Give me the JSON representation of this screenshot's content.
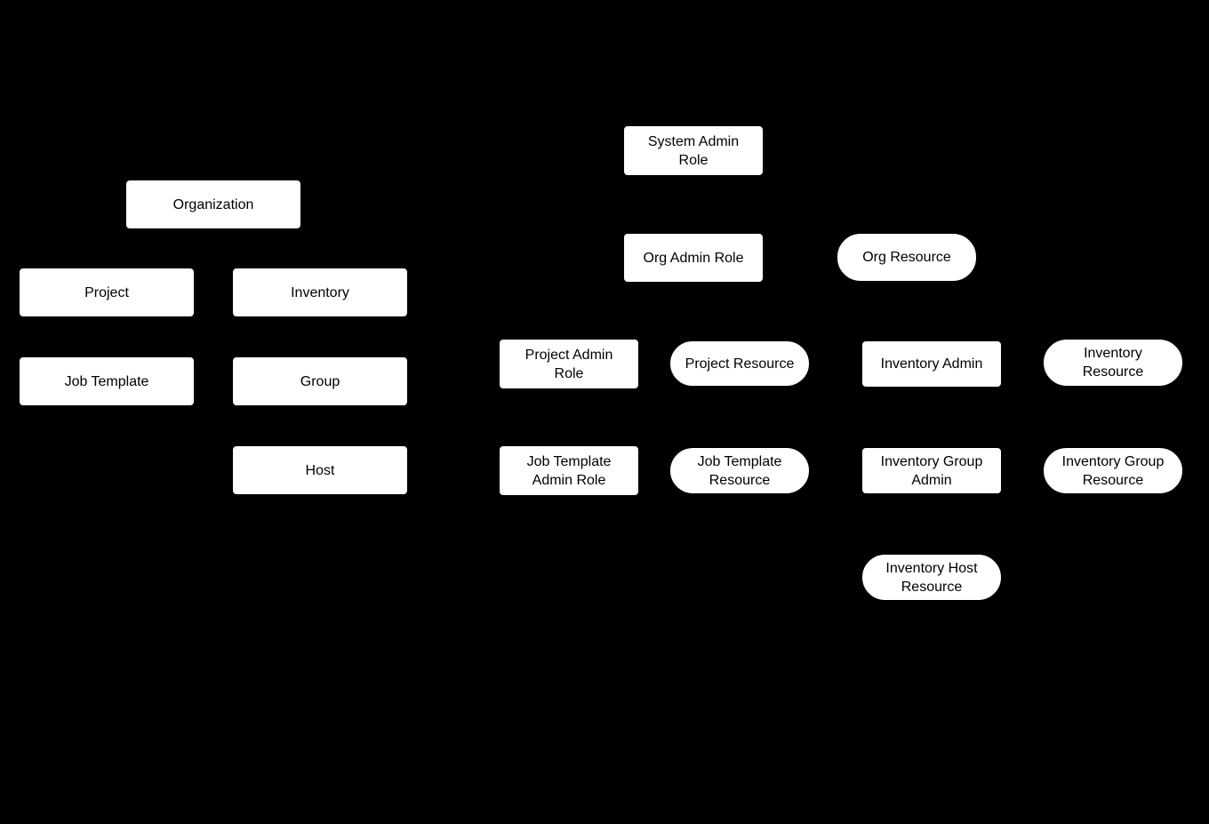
{
  "colors": {
    "background": "#000000",
    "node_fill": "#ffffff",
    "node_text": "#000000"
  },
  "nodes": {
    "organization": {
      "label": "Organization"
    },
    "project": {
      "label": "Project"
    },
    "inventory": {
      "label": "Inventory"
    },
    "job_template": {
      "label": "Job Template"
    },
    "group": {
      "label": "Group"
    },
    "host": {
      "label": "Host"
    },
    "system_admin_role": {
      "label": "System Admin\nRole"
    },
    "org_admin_role": {
      "label": "Org Admin Role"
    },
    "org_resource": {
      "label": "Org Resource"
    },
    "project_admin_role": {
      "label": "Project Admin\nRole"
    },
    "project_resource": {
      "label": "Project Resource"
    },
    "inventory_admin": {
      "label": "Inventory Admin"
    },
    "inventory_resource": {
      "label": "Inventory\nResource"
    },
    "job_template_admin_role": {
      "label": "Job Template\nAdmin Role"
    },
    "job_template_resource": {
      "label": "Job Template\nResource"
    },
    "inventory_group_admin": {
      "label": "Inventory Group\nAdmin"
    },
    "inventory_group_resource": {
      "label": "Inventory Group\nResource"
    },
    "inventory_host_resource": {
      "label": "Inventory Host\nResource"
    }
  }
}
